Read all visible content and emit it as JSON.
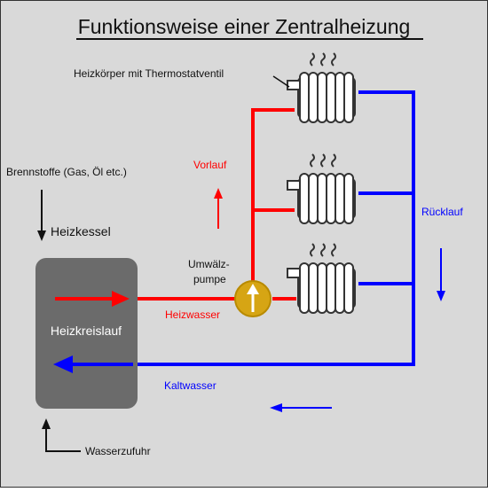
{
  "title": "Funktionsweise einer Zentralheizung",
  "labels": {
    "radiator": "Heizkörper mit Thermostatventil",
    "fuel": "Brennstoffe (Gas, Öl etc.)",
    "boiler": "Heizkessel",
    "circuit": "Heizkreislauf",
    "pump_line1": "Umwälz-",
    "pump_line2": "pumpe",
    "supply": "Vorlauf",
    "return": "Rücklauf",
    "hot_water": "Heizwasser",
    "cold_water": "Kaltwasser",
    "water_inlet": "Wasserzufuhr"
  },
  "colors": {
    "hot": "#ff0000",
    "cold": "#0000ff",
    "boiler": "#6b6b6b",
    "pump": "#d6a514",
    "background": "#d9d9d9"
  }
}
